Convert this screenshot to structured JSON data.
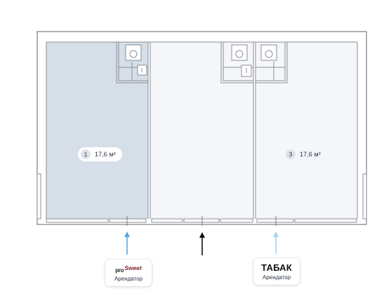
{
  "units": [
    {
      "number": "1",
      "area": "17,6 м²",
      "state": "selected"
    },
    {
      "number": "3",
      "area": "17,6 м²",
      "state": "default"
    }
  ],
  "tenants": [
    {
      "logo_prefix": "pro",
      "logo_name": "Sweet",
      "label": "Арендатор"
    },
    {
      "logo_name": "ТАБАК",
      "label": "Арендатор"
    }
  ],
  "colors": {
    "selected_fill": "#d6dfe8",
    "room_fill": "#f4f6fa",
    "wall": "#7b7f86",
    "arrow_entrance_1": "#58a9dd",
    "arrow_entrance_2": "#0d0d0d",
    "arrow_entrance_3": "#a9d4ef"
  },
  "icons": [
    "toilet-icon",
    "sink-icon",
    "entrance-arrow-icon"
  ]
}
